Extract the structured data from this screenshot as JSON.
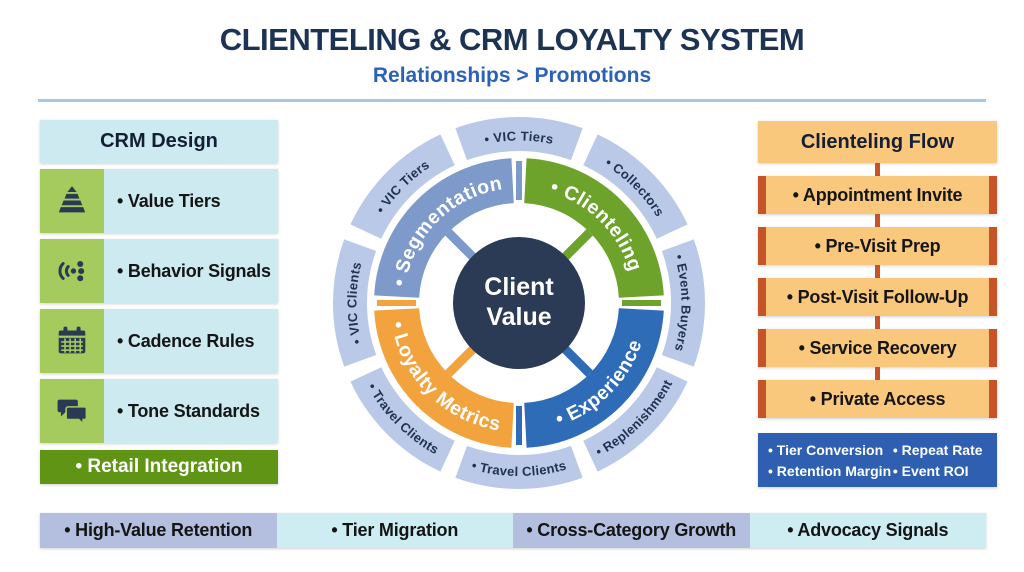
{
  "header": {
    "title": "CLIENTELING & CRM LOYALTY SYSTEM",
    "subtitle": "Relationships > Promotions"
  },
  "crm_design": {
    "title": "CRM Design",
    "items": [
      {
        "icon": "tiers-pyramid-icon",
        "label": "• Value Tiers"
      },
      {
        "icon": "behavior-signals-icon",
        "label": "• Behavior Signals"
      },
      {
        "icon": "calendar-icon",
        "label": "• Cadence Rules"
      },
      {
        "icon": "chat-bubbles-icon",
        "label": "• Tone Standards"
      }
    ],
    "footer": "• Retail Integration"
  },
  "wheel": {
    "center": {
      "line1": "Client",
      "line2": "Value",
      "color": "#2b3a55",
      "text_color": "#ffffff"
    },
    "quadrants": [
      {
        "label": "• Segmentation",
        "color": "#7e9aca"
      },
      {
        "label": "• Clienteling",
        "color": "#6ea32b"
      },
      {
        "label": "• Experience",
        "color": "#2e6cb7"
      },
      {
        "label": "• Loyalty Metrics",
        "color": "#f2a33e"
      }
    ],
    "outer_segments": [
      {
        "label": "• VIC Tiers"
      },
      {
        "label": "• Collectors"
      },
      {
        "label": "• Event Buyers"
      },
      {
        "label": "• Replenishment"
      },
      {
        "label": "• Travel Clients"
      },
      {
        "label": "• Travel Clients"
      },
      {
        "label": "• VIC Clients"
      },
      {
        "label": "• VIC Tiers"
      }
    ],
    "ring_color": "#b9c9e7",
    "ring_text_color": "#203254"
  },
  "clienteling_flow": {
    "title": "Clienteling Flow",
    "steps": [
      "• Appointment Invite",
      "• Pre-Visit Prep",
      "• Post-Visit Follow-Up",
      "• Service Recovery",
      "• Private Access"
    ],
    "metrics": [
      "• Tier Conversion",
      "• Repeat Rate",
      "• Retention Margin",
      "• Event ROI"
    ]
  },
  "footer_bar": [
    {
      "label": "• High-Value Retention"
    },
    {
      "label": "• Tier Migration"
    },
    {
      "label": "• Cross-Category Growth"
    },
    {
      "label": "• Advocacy Signals"
    }
  ],
  "colors": {
    "accent_cyan": "#cdeaf1",
    "accent_green": "#a5ca5e",
    "green_dark": "#5f9414",
    "orange_light": "#f9c87c",
    "orange_dark": "#c65428",
    "metrics_blue": "#2e5fb0",
    "periwinkle": "#b4bfdf",
    "title_navy": "#1c3354",
    "subtitle_blue": "#2a62b8",
    "divider_blue": "#a9c6e3",
    "icon_navy": "#2b3a52"
  }
}
